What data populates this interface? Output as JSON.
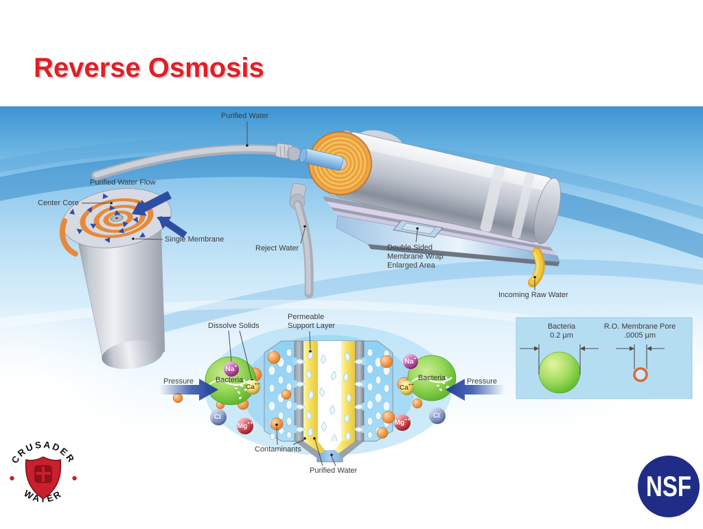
{
  "slide": {
    "title": "Reverse Osmosis"
  },
  "diagram": {
    "labels": {
      "purified_water_top": "Purified Water",
      "purified_water_flow": "Purified Water Flow",
      "center_core": "Center Core",
      "single_membrane": "Single Membrane",
      "reject_water": "Reject Water",
      "double_sided_line1": "Double Sided",
      "double_sided_line2": "Membrane Wrap",
      "double_sided_line3": "Enlarged Area",
      "incoming_raw_water": "Incoming Raw Water",
      "dissolve_solids": "Dissolve Solids",
      "permeable_line1": "Permeable",
      "permeable_line2": "Support Layer",
      "pressure_left": "Pressure",
      "pressure_right": "Pressure",
      "bacteria_left": "Bacteria",
      "bacteria_right": "Bacteria",
      "contaminants": "Contaminants",
      "purified_water_bottom": "Purified Water"
    },
    "ions": {
      "na": {
        "base": "Na",
        "charge": "+"
      },
      "ca": {
        "base": "Ca",
        "charge": "++"
      },
      "cl": {
        "base": "Cl",
        "charge": "-"
      },
      "mg": {
        "base": "Mg",
        "charge": "++"
      }
    },
    "comparison_box": {
      "bacteria_label": "Bacteria",
      "bacteria_size": "0.2 µm",
      "pore_label": "R.O. Membrane Pore",
      "pore_size": ".0005 µm"
    }
  },
  "logos": {
    "crusader": {
      "arc_top": "CRUSADER",
      "arc_bottom": "WATER"
    },
    "nsf": {
      "text": "NSF"
    }
  },
  "colors": {
    "title_red": "#e21e26",
    "arrow_blue": "#2e4da5",
    "membrane_orange": "#ef9440",
    "bacteria_green": "#6fc13d",
    "nsf_navy": "#1f2d87",
    "crusader_red": "#c8202c",
    "background_blue": "#4a9fd8"
  }
}
